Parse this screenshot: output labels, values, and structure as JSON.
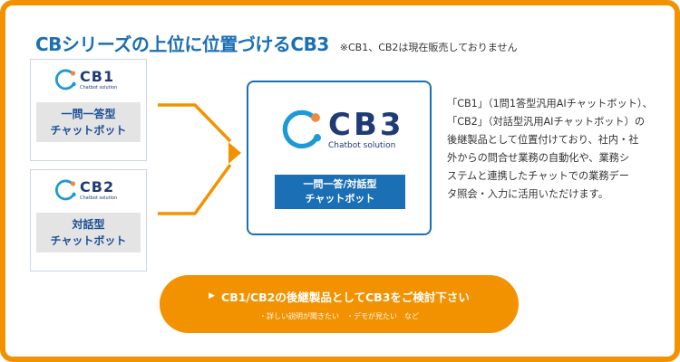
{
  "header": {
    "title": "CBシリーズの上位に位置づけるCB3",
    "note": "※CB1、CB2は現在販売しておりません"
  },
  "products": [
    {
      "logo_name": "CB1",
      "logo_sub": "Chatbot solution",
      "label_line1": "一問一答型",
      "label_line2": "チャットボット"
    },
    {
      "logo_name": "CB2",
      "logo_sub": "Chatbot solution",
      "label_line1": "対話型",
      "label_line2": "チャットボット"
    }
  ],
  "main_product": {
    "logo_name": "CB3",
    "logo_sub": "Chatbot solution",
    "label_line1": "一問一答/対話型",
    "label_line2": "チャットボット"
  },
  "description": {
    "lines": [
      "「CB1」（1問1答型汎用AIチャットボット）、",
      "「CB2」（対話型汎用AIチャットボット）の",
      "後継製品として位置付けており、社内・社",
      "外からの問合せ業務の自動化や、業務シ",
      "ステムと連携したチャットでの業務デー",
      "タ照会・入力に活用いただけます。"
    ]
  },
  "cta": {
    "arrow_glyph": "▶",
    "label": "CB1/CB2の後継製品としてCB3をご検討下さい",
    "sub": "・詳しい説明が聞きたい　・デモが見たい　など"
  },
  "colors": {
    "accent_orange": "#f39200",
    "brand_blue": "#1b6fb5",
    "logo_navy": "#1f3b76",
    "logo_dot_orange": "#f08a3c"
  }
}
